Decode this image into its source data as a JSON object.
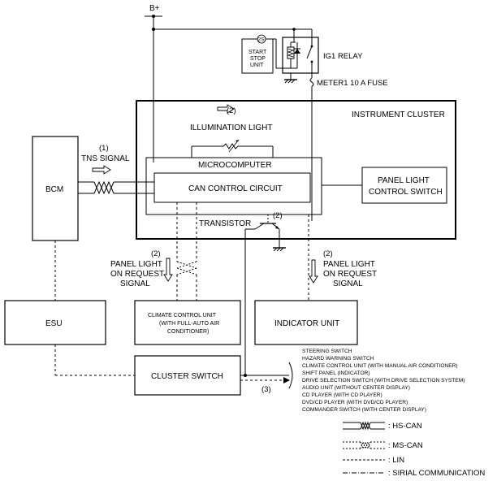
{
  "supply": {
    "label": "B+"
  },
  "relay": {
    "label": "IG1 RELAY"
  },
  "start_stop": {
    "lines": [
      "START",
      "STOP",
      "UNIT"
    ],
    "pin": "2S"
  },
  "fuse": {
    "label": "METER1 10 A FUSE"
  },
  "cluster": {
    "label": "INSTRUMENT CLUSTER"
  },
  "illumination": {
    "number": "(2)",
    "label": "ILLUMINATION LIGHT"
  },
  "microcomputer": {
    "label": "MICROCOMPUTER"
  },
  "can_circuit": {
    "label": "CAN CONTROL CIRCUIT"
  },
  "panel_switch": {
    "line1": "PANEL LIGHT",
    "line2": "CONTROL SWITCH"
  },
  "transistor": {
    "label": "TRANSISTOR",
    "number": "(2)"
  },
  "bcm": {
    "label": "BCM"
  },
  "tns": {
    "number": "(1)",
    "label": "TNS SIGNAL"
  },
  "request_left": {
    "number": "(2)",
    "lines": [
      "PANEL LIGHT",
      "ON REQUEST",
      "SIGNAL"
    ]
  },
  "request_right": {
    "number": "(2)",
    "lines": [
      "PANEL LIGHT",
      "ON REQUEST",
      "SIGNAL"
    ]
  },
  "esu": {
    "label": "ESU"
  },
  "climate_unit": {
    "lines": [
      "CLIMATE CONTROL UNIT",
      "(WITH FULL-AUTO AIR",
      "CONDITIONER)"
    ]
  },
  "indicator_unit": {
    "label": "INDICATOR UNIT"
  },
  "cluster_switch": {
    "label": "CLUSTER SWITCH"
  },
  "lin_number": "(3)",
  "switch_list": [
    "STEERING SWITCH",
    "HAZARD WARNING SWITCH",
    "CLIMATE CONTROL UNIT (WITH MANUAL AIR CONDITIONER)",
    "SHIFT PANEL (INDICATOR)",
    "DRIVE SELECTION SWITCH (WITH DRIVE SELECTION SYSTEM)",
    "AUDIO UNIT (WITHOUT CENTER DISPLAY)",
    "CD PLAYER (WITH CD PLAYER)",
    "DVD/CD PLAYER (WITH DVD/CD PLAYER)",
    "COMMANDER SWITCH (WITH CENTER DISPLAY)"
  ],
  "legend": [
    {
      "key": "hs-can",
      "label": ": HS-CAN"
    },
    {
      "key": "ms-can",
      "label": ": MS-CAN"
    },
    {
      "key": "lin",
      "label": ": LIN"
    },
    {
      "key": "serial",
      "label": ": SIRIAL COMMUNICATION"
    }
  ]
}
